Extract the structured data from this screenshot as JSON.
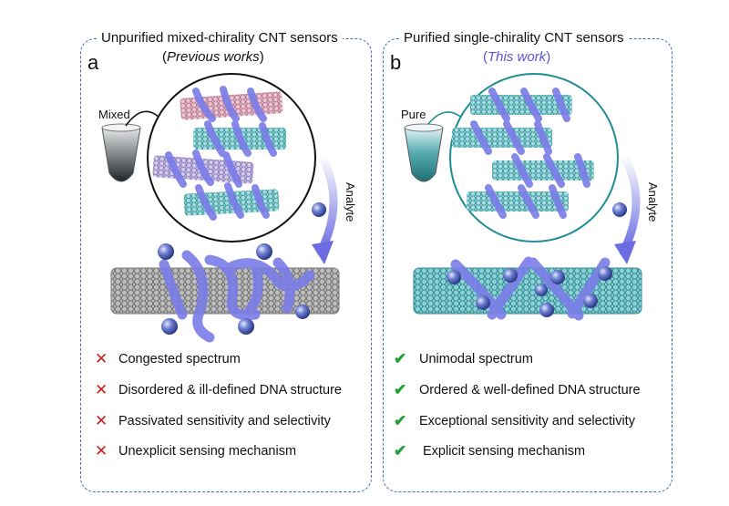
{
  "panel_a": {
    "letter": "a",
    "title": "Unpurified mixed-chirality CNT sensors",
    "subtitle_pre": "(",
    "subtitle_italic": "Previous works",
    "subtitle_post": ")",
    "tube_label": "Mixed",
    "analyte_label": "Analyte",
    "items": [
      "Congested spectrum",
      "Disordered & ill-defined DNA structure",
      "Passivated sensitivity and selectivity",
      "Unexplicit sensing mechanism"
    ],
    "mark_icon": "cross-icon",
    "mark_glyph": "✕"
  },
  "panel_b": {
    "letter": "b",
    "title": "Purified single-chirality CNT sensors",
    "subtitle_pre": "(",
    "subtitle_italic": "This work",
    "subtitle_post": ")",
    "tube_label": "Pure",
    "analyte_label": "Analyte",
    "items": [
      "Unimodal spectrum",
      "Ordered & well-defined DNA structure",
      "Exceptional sensitivity and selectivity",
      "Explicit sensing mechanism"
    ],
    "mark_icon": "checkmark-icon",
    "mark_glyph": "✔"
  },
  "colors": {
    "panel_border": "#3c6fb4",
    "dna_ribbon": "#7b7de8",
    "cnt_teal": "#3aa5ad",
    "cnt_pink": "#c98aa0",
    "cnt_purple": "#9b8ac8",
    "cnt_gray": "#8c8c8c",
    "cross": "#d01c1c",
    "check": "#26a13a",
    "subtitle_b": "#5a55d8"
  }
}
